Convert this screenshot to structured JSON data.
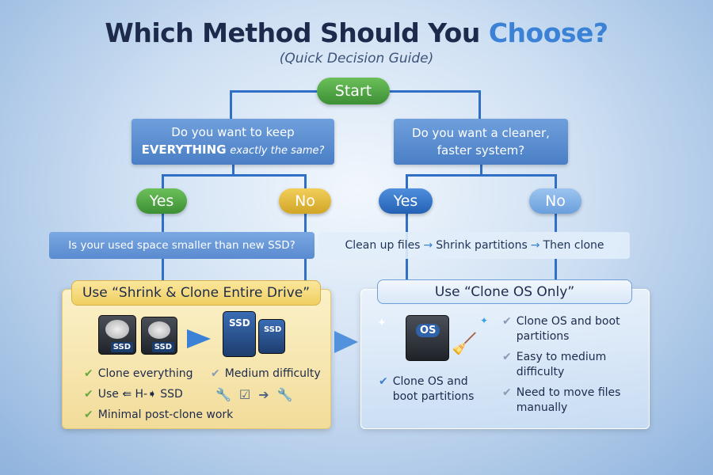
{
  "title": {
    "main": "Which Method Should You",
    "accent": "Choose?",
    "subtitle": "(Quick Decision Guide)"
  },
  "start": "Start",
  "left_branch": {
    "question_line1": "Do you want to keep",
    "question_strong": "EVERYTHING",
    "question_em": "exactly the same?",
    "yes": "Yes",
    "no": "No",
    "followup": "Is your used space smaller than new SSD?"
  },
  "right_branch": {
    "question_line1": "Do you want a cleaner,",
    "question_line2": "faster system?",
    "yes": "Yes",
    "no": "No",
    "steps": [
      "Clean up files",
      "Shrink partitions",
      "Then clone"
    ],
    "arrow": "→"
  },
  "shrink_panel": {
    "header": "Use “Shrink & Clone Entire Drive”",
    "ssd": "SSD",
    "items": [
      "Clone everything",
      "Use ⇚ H-➧ SSD",
      "Minimal post-clone work"
    ],
    "difficulty": "Medium difficulty"
  },
  "os_panel": {
    "header": "Use “Clone OS Only”",
    "os": "OS",
    "left_item": "Clone OS and boot partitions",
    "items": [
      "Clone OS and boot partitions",
      "Easy to medium difficulty",
      "Need to move files manually"
    ]
  },
  "check": "✔"
}
